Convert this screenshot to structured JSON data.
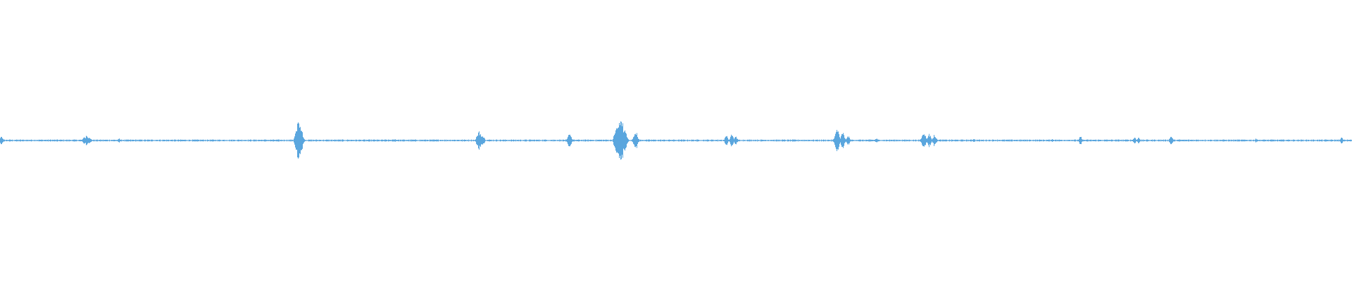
{
  "waveform": {
    "color": "#5aa6de",
    "background": "#ffffff",
    "baseline_amplitude": 0.008,
    "bursts": [
      {
        "t": 0.0006,
        "amp": 0.04
      },
      {
        "t": 0.0014,
        "amp": 0.025
      },
      {
        "t": 0.062,
        "amp": 0.035
      },
      {
        "t": 0.064,
        "amp": 0.05
      },
      {
        "t": 0.066,
        "amp": 0.035
      },
      {
        "t": 0.088,
        "amp": 0.02
      },
      {
        "t": 0.221,
        "amp": 0.2
      },
      {
        "t": 0.219,
        "amp": 0.06
      },
      {
        "t": 0.292,
        "amp": 0.015
      },
      {
        "t": 0.354,
        "amp": 0.1
      },
      {
        "t": 0.357,
        "amp": 0.05
      },
      {
        "t": 0.421,
        "amp": 0.07
      },
      {
        "t": 0.456,
        "amp": 0.14
      },
      {
        "t": 0.459,
        "amp": 0.22
      },
      {
        "t": 0.462,
        "amp": 0.1
      },
      {
        "t": 0.47,
        "amp": 0.09
      },
      {
        "t": 0.537,
        "amp": 0.05
      },
      {
        "t": 0.541,
        "amp": 0.06
      },
      {
        "t": 0.544,
        "amp": 0.04
      },
      {
        "t": 0.619,
        "amp": 0.11
      },
      {
        "t": 0.623,
        "amp": 0.08
      },
      {
        "t": 0.627,
        "amp": 0.05
      },
      {
        "t": 0.648,
        "amp": 0.02
      },
      {
        "t": 0.683,
        "amp": 0.09
      },
      {
        "t": 0.687,
        "amp": 0.07
      },
      {
        "t": 0.691,
        "amp": 0.06
      },
      {
        "t": 0.72,
        "amp": 0.02
      },
      {
        "t": 0.778,
        "amp": 0.015
      },
      {
        "t": 0.799,
        "amp": 0.04
      },
      {
        "t": 0.839,
        "amp": 0.035
      },
      {
        "t": 0.842,
        "amp": 0.03
      },
      {
        "t": 0.866,
        "amp": 0.045
      },
      {
        "t": 0.929,
        "amp": 0.02
      },
      {
        "t": 0.992,
        "amp": 0.03
      }
    ]
  }
}
